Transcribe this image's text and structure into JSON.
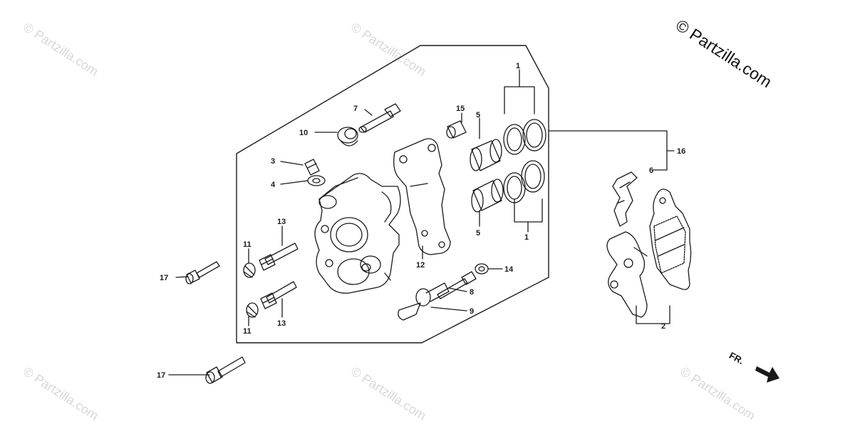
{
  "copyright": "© Partzilla.com",
  "watermark": "© Partzilla.com",
  "direction_marker": "FR.",
  "callouts": {
    "c1a": "1",
    "c1b": "1",
    "c2": "2",
    "c3": "3",
    "c4": "4",
    "c5a": "5",
    "c5b": "5",
    "c6": "6",
    "c7": "7",
    "c8": "8",
    "c9": "9",
    "c10": "10",
    "c11a": "11",
    "c11b": "11",
    "c12": "12",
    "c13a": "13",
    "c13b": "13",
    "c14": "14",
    "c15": "15",
    "c16": "16",
    "c17a": "17",
    "c17b": "17"
  }
}
